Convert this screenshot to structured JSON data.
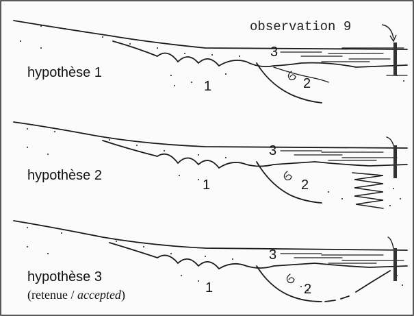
{
  "observation_label": "observation 9",
  "panels": [
    {
      "title": "hypothèse 1",
      "subtitle": "",
      "unit_labels": [
        "1",
        "2",
        "3"
      ]
    },
    {
      "title": "hypothèse 2",
      "subtitle": "",
      "unit_labels": [
        "1",
        "2",
        "3"
      ]
    },
    {
      "title": "hypothèse 3",
      "subtitle_parts": [
        "(retenue / ",
        "accepted",
        ")"
      ],
      "unit_labels": [
        "1",
        "2",
        "3"
      ]
    }
  ],
  "colors": {
    "ink": "#1a1a1a",
    "frame": "#222222",
    "background": "#fbfbfb"
  }
}
